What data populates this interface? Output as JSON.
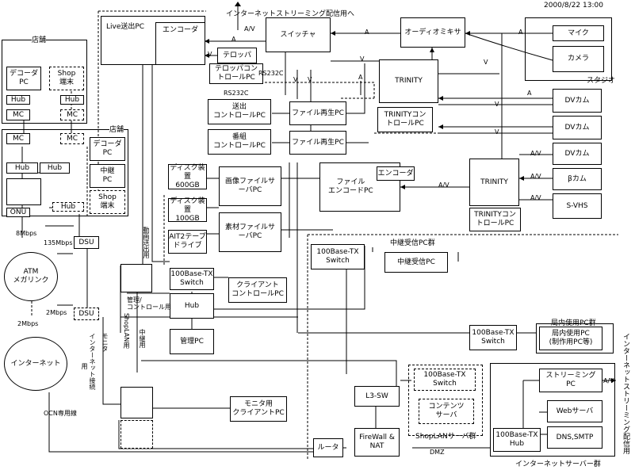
{
  "timestamp": "2000/8/22 13:00",
  "groups": {
    "store1": "店舗",
    "store2": "店舗",
    "studio": "スタジオ",
    "relay_recv": "中継受信PC群",
    "inhouse": "局内使用PC群",
    "shoplan_servers": "ShopLANサーバ群",
    "internet_servers": "インターネットサーバー群",
    "streaming_side": "インターネットストリーミング配信用"
  },
  "nodes": {
    "live_pc": "Live送出PC",
    "encoder_top": "エンコーダ",
    "switcher": "スイッチャ",
    "audio_mixer": "オーディオミキサ",
    "mic": "マイク",
    "camera": "カメラ",
    "telop": "テロッパ",
    "telop_ctrl": "テロッパコン\nトロールPC",
    "trinity1": "TRINITY",
    "trinity1_ctrl": "TRINITYコン\nトロールPC",
    "sending_ctrl": "送出\nコントロールPC",
    "program_ctrl": "番組\nコントロールPC",
    "file_play1": "ファイル再生PC",
    "file_play2": "ファイル再生PC",
    "dv1": "DVカム",
    "dv2": "DVカム",
    "dv3": "DVカム",
    "beta": "βカム",
    "svhs": "S-VHS",
    "trinity2": "TRINITY",
    "trinity2_ctrl": "TRINITYコン\nトロールPC",
    "disk600": "ディスク装置\n600GB",
    "disk100": "ディスク装置\n100GB",
    "ait2": "AIT2テープ\nドライブ",
    "image_server": "画像ファイルサ\nーバPC",
    "material_server": "素材ファイルサ\nーバPC",
    "file_encode": "ファイル\nエンコードPC",
    "encoder_mid": "エンコーダ",
    "switch_100_relay": "100Base-TX\nSwitch",
    "relay_pc": "中継受信PC",
    "switch_100_main": "100Base-TX\nSwitch",
    "client_ctrl": "クライアント\nコントロールPC",
    "hub_main": "Hub",
    "admin_pc": "管理PC",
    "switch_100_inhouse": "100Base-TX\nSwitch",
    "inhouse_pc": "局内使用PC\n(制作用PC等)",
    "switch_shoplan": "100Base-TX\nSwitch",
    "contents_server": "コンテンツ\nサーバ",
    "l3sw": "L3-SW",
    "firewall": "FireWall &\nNAT",
    "router": "ルータ",
    "monitor_client": "モニタ用\nクライアントPC",
    "streaming_pc": "ストリーミング\nPC",
    "web_server": "Webサーバ",
    "dns_smtp": "DNS,SMTP",
    "hub_inet": "100Base-TX\nHub",
    "decoder_pc1": "デコーダ\nPC",
    "shop_term1": "Shop\n端末",
    "hub_s1a": "Hub",
    "hub_s1b": "Hub",
    "mc_s1a": "MC",
    "mc_s1b": "MC",
    "mc_s2a": "MC",
    "mc_s2b": "MC",
    "decoder_pc2": "デコーダ\nPC",
    "hub_s2a": "Hub",
    "hub_s2b": "Hub",
    "relay_pc_s2": "中継\nPC",
    "hub_s2c": "Hub",
    "shop_term2": "Shop\n端末",
    "onu": "ONU",
    "dsu1": "DSU",
    "dsu2": "DSU",
    "atm": "ATM\nメガリンク",
    "internet": "インターネット"
  },
  "labels": {
    "inet_stream_top": "インターネットストリーミング配信用へ",
    "av_top": "A/V",
    "a1": "A",
    "a2": "A",
    "a3": "A",
    "a4": "A",
    "a5": "A",
    "v1": "V",
    "v2": "V",
    "v3": "V",
    "v4": "V",
    "v5": "V",
    "v6": "V",
    "v7": "V",
    "av_mid": "A/V",
    "av_r1": "A/V",
    "av_r2": "A/V",
    "av_r3": "A/V",
    "av_stream": "A/V",
    "rs232c_1": "RS232C",
    "rs232c_2": "RS232C",
    "mbps8": "8Mbps",
    "mbps135": "135Mbps",
    "mbps2a": "2Mbps",
    "mbps2b": "2Mbps",
    "ocn": "OCN専用線",
    "dmz": "DMZ",
    "kanri_ctrl": "管理/\nコントロール用",
    "douga_sousin": "動画送出用",
    "shoplan_v": "ShopLAN用",
    "chukei_v": "中継用",
    "monitor_v": "モニタ",
    "inet_setsuzoku_v": "インターネット接続",
    "yo_v": "用"
  }
}
